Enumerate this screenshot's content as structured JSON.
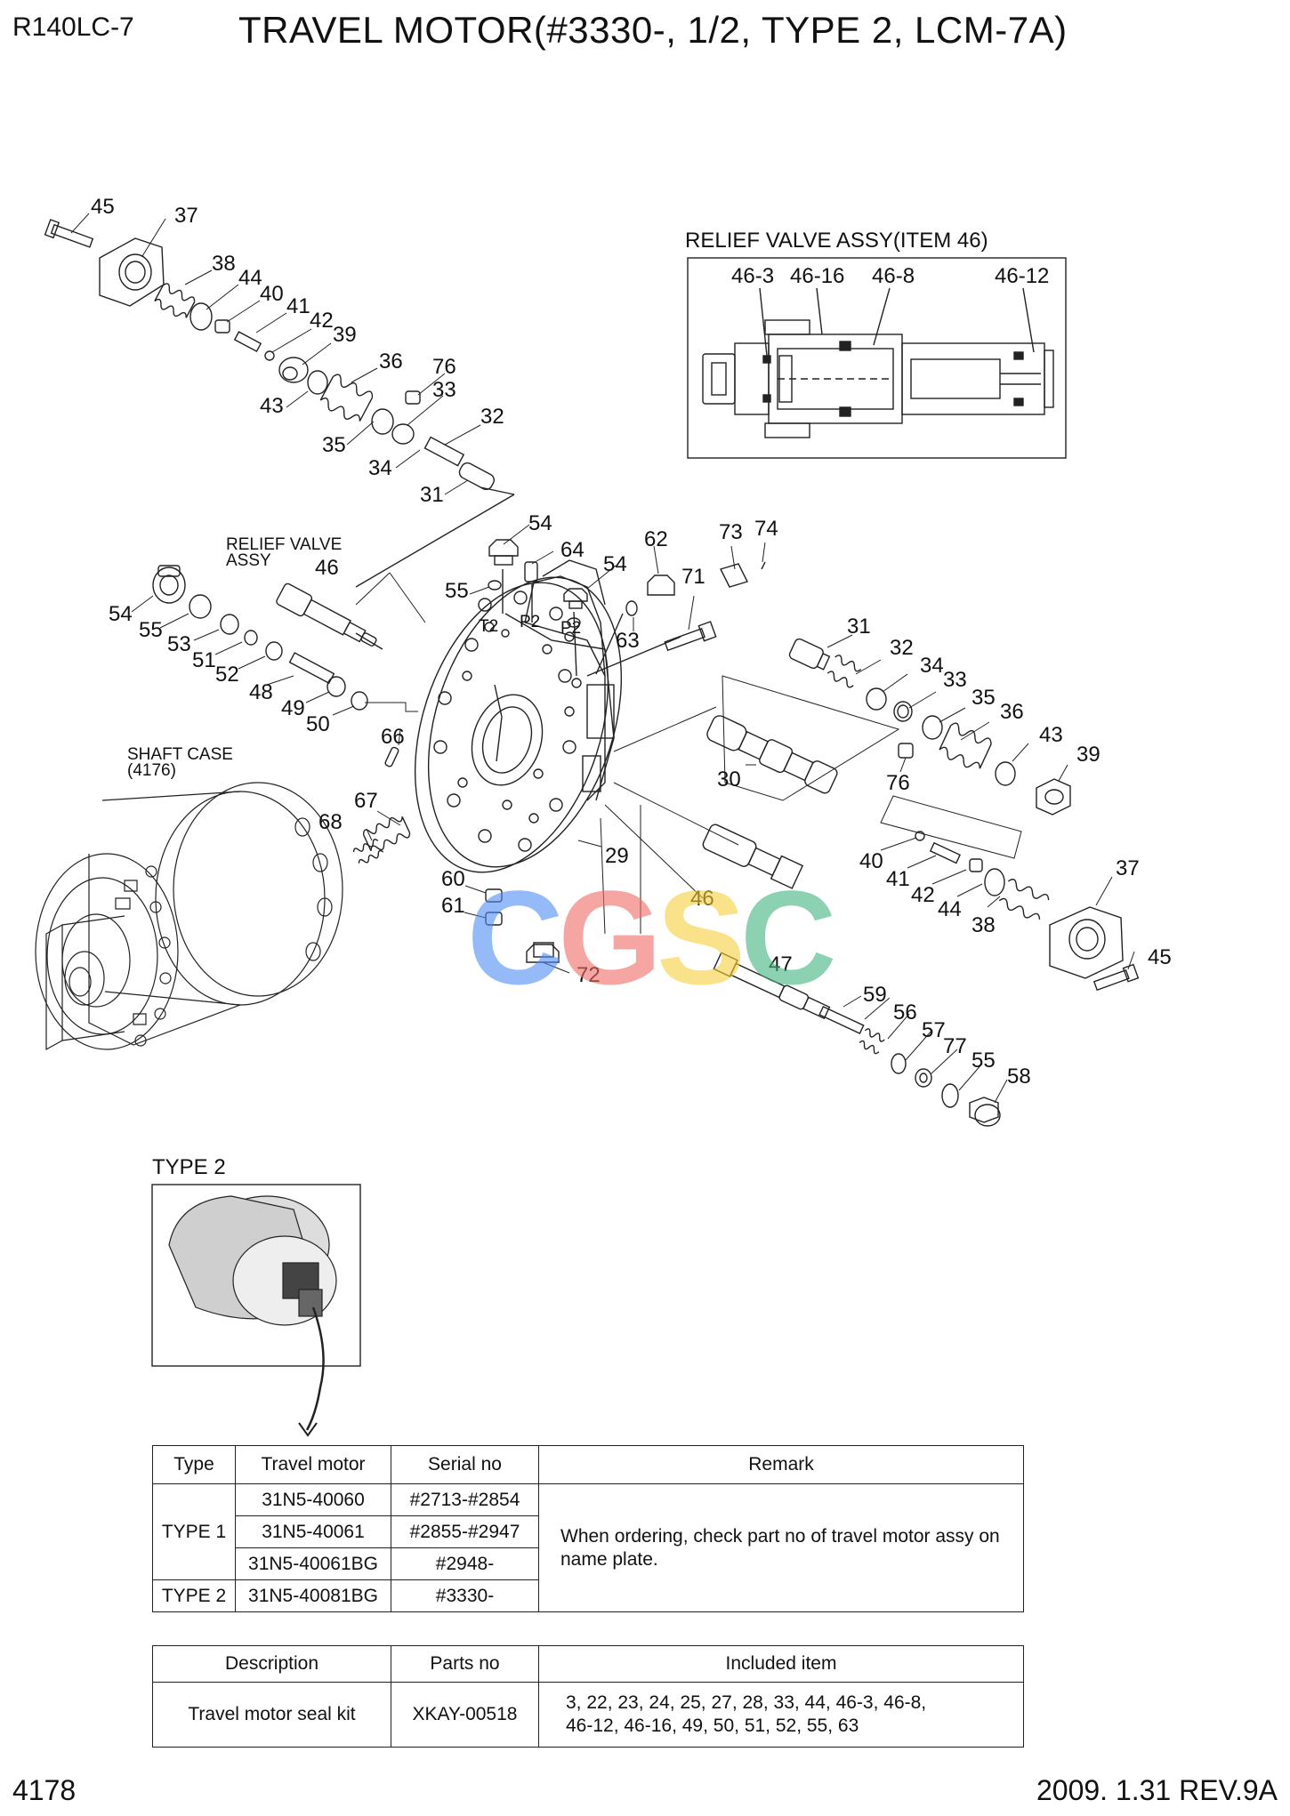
{
  "header": {
    "model": "R140LC-7",
    "title": "TRAVEL MOTOR(#3330-, 1/2, TYPE 2, LCM-7A)"
  },
  "diagram": {
    "relief_box_title": "RELIEF VALVE ASSY(ITEM 46)",
    "relief_valve_label": [
      "RELIEF VALVE",
      "ASSY"
    ],
    "shaft_case_label": [
      "SHAFT CASE",
      "(4176)"
    ],
    "type2_label": "TYPE 2",
    "port_labels": [
      "T2",
      "P2",
      "P2"
    ],
    "relief_items": [
      "46-3",
      "46-16",
      "46-8",
      "46-12"
    ],
    "callouts": {
      "c45a": "45",
      "c37a": "37",
      "c38a": "38",
      "c44a": "44",
      "c40a": "40",
      "c41a": "41",
      "c42a": "42",
      "c39a": "39",
      "c36a": "36",
      "c76a": "76",
      "c33a": "33",
      "c43a": "43",
      "c35a": "35",
      "c32a": "32",
      "c34a": "34",
      "c31a": "31",
      "c54a": "54",
      "c64": "64",
      "c54b": "54",
      "c62": "62",
      "c73": "73",
      "c74": "74",
      "c55a": "55",
      "c71": "71",
      "c63": "63",
      "c46a": "46",
      "c54c": "54",
      "c55b": "55",
      "c53": "53",
      "c51": "51",
      "c52": "52",
      "c48": "48",
      "c49": "49",
      "c50": "50",
      "c66": "66",
      "c31b": "31",
      "c32b": "32",
      "c34b": "34",
      "c33b": "33",
      "c35b": "35",
      "c36b": "36",
      "c43b": "43",
      "c39b": "39",
      "c30": "30",
      "c76b": "76",
      "c67": "67",
      "c68": "68",
      "c29": "29",
      "c60": "60",
      "c61": "61",
      "c46b": "46",
      "c40b": "40",
      "c41b": "41",
      "c42b": "42",
      "c44b": "44",
      "c38b": "38",
      "c37b": "37",
      "c45b": "45",
      "c72": "72",
      "c47": "47",
      "c59": "59",
      "c56": "56",
      "c57": "57",
      "c77": "77",
      "c55c": "55",
      "c58": "58"
    }
  },
  "watermark": {
    "letters": [
      "C",
      "G",
      "S",
      "C"
    ],
    "colors": [
      "#4f8df5",
      "#ef6b66",
      "#f7cf3d",
      "#3fb37f"
    ]
  },
  "types_table": {
    "headers": [
      "Type",
      "Travel motor",
      "Serial no",
      "Remark"
    ],
    "rows": [
      {
        "type": "TYPE 1",
        "motor": "31N5-40060",
        "serial": "#2713-#2854"
      },
      {
        "type": "",
        "motor": "31N5-40061",
        "serial": "#2855-#2947"
      },
      {
        "type": "",
        "motor": "31N5-40061BG",
        "serial": "#2948-"
      },
      {
        "type": "TYPE 2",
        "motor": "31N5-40081BG",
        "serial": "#3330-"
      }
    ],
    "remark": "When ordering, check part no of travel motor assy on name plate."
  },
  "kit_table": {
    "headers": [
      "Description",
      "Parts no",
      "Included item"
    ],
    "row": {
      "description": "Travel motor seal kit",
      "parts_no": "XKAY-00518",
      "included_line1": "3, 22, 23, 24, 25, 27, 28, 33, 44, 46-3, 46-8,",
      "included_line2": "46-12, 46-16, 49, 50, 51, 52, 55, 63"
    }
  },
  "footer": {
    "page": "4178",
    "date_rev": "2009. 1.31  REV.9A"
  }
}
